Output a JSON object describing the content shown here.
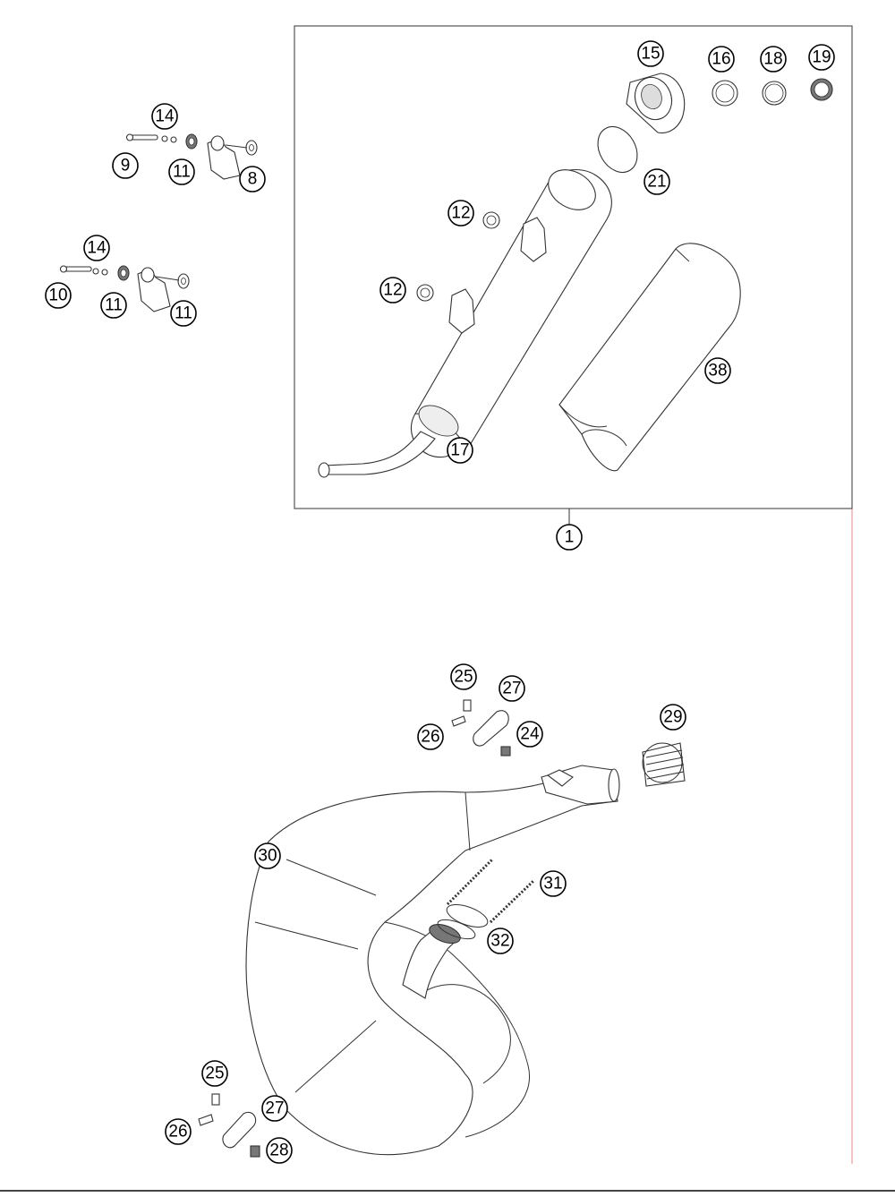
{
  "colors": {
    "line": "#333333",
    "background": "#ffffff",
    "edge_accent": "#e88a8a"
  },
  "callouts": {
    "assembly": "1",
    "ring_top": "8",
    "screw_upper": "9",
    "screw_lower": "10",
    "washer_upper": "11",
    "washer_lower_a": "11",
    "washer_lower_b": "11",
    "grommet_upper": "12",
    "grommet_lower": "12",
    "oring_upper": "14",
    "oring_lower": "14",
    "end_cap": "15",
    "ring_16": "16",
    "muffler_body": "17",
    "ring_18": "18",
    "ring_19": "19",
    "gasket_21": "21",
    "nut_top": "24",
    "screw_25_top": "25",
    "screw_25_bottom": "25",
    "screw_26_top": "26",
    "screw_26_bottom": "26",
    "bracket_27_top": "27",
    "bracket_27_bottom": "27",
    "nut_28": "28",
    "sleeve_29": "29",
    "exhaust_pipe": "30",
    "spring_31": "31",
    "oring_32": "32",
    "packing_38": "38"
  }
}
